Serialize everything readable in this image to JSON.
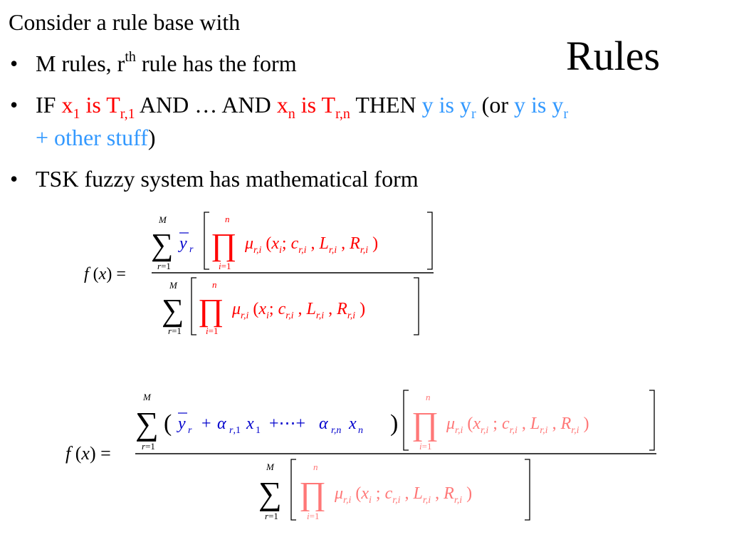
{
  "title": "Rules",
  "intro": "Consider a rule base with",
  "bullets": {
    "b1": {
      "pre": "M rules, r",
      "sup": "th",
      "post": " rule has the form"
    },
    "b2": {
      "if": "IF ",
      "x1": "x",
      "x1_sub": "1",
      "is_t1": " is T",
      "t1_sub": "r,1",
      "mid": " AND … AND ",
      "xn": "x",
      "xn_sub": "n",
      "is_tn": " is T",
      "tn_sub": "r,n",
      "then": " THEN ",
      "y_is_yr": "y is y",
      "yr_sub": "r",
      "or": " (or ",
      "y_is_yr2": "y is y",
      "yr2_sub": "r",
      "plus_other": "+ other stuff",
      "close": ")"
    },
    "b3": "TSK fuzzy system has mathematical form"
  },
  "colors": {
    "red": "#ff0000",
    "blue": "#3399ff",
    "eq_blue": "#0000cc",
    "eq_pink": "#ff7777"
  }
}
